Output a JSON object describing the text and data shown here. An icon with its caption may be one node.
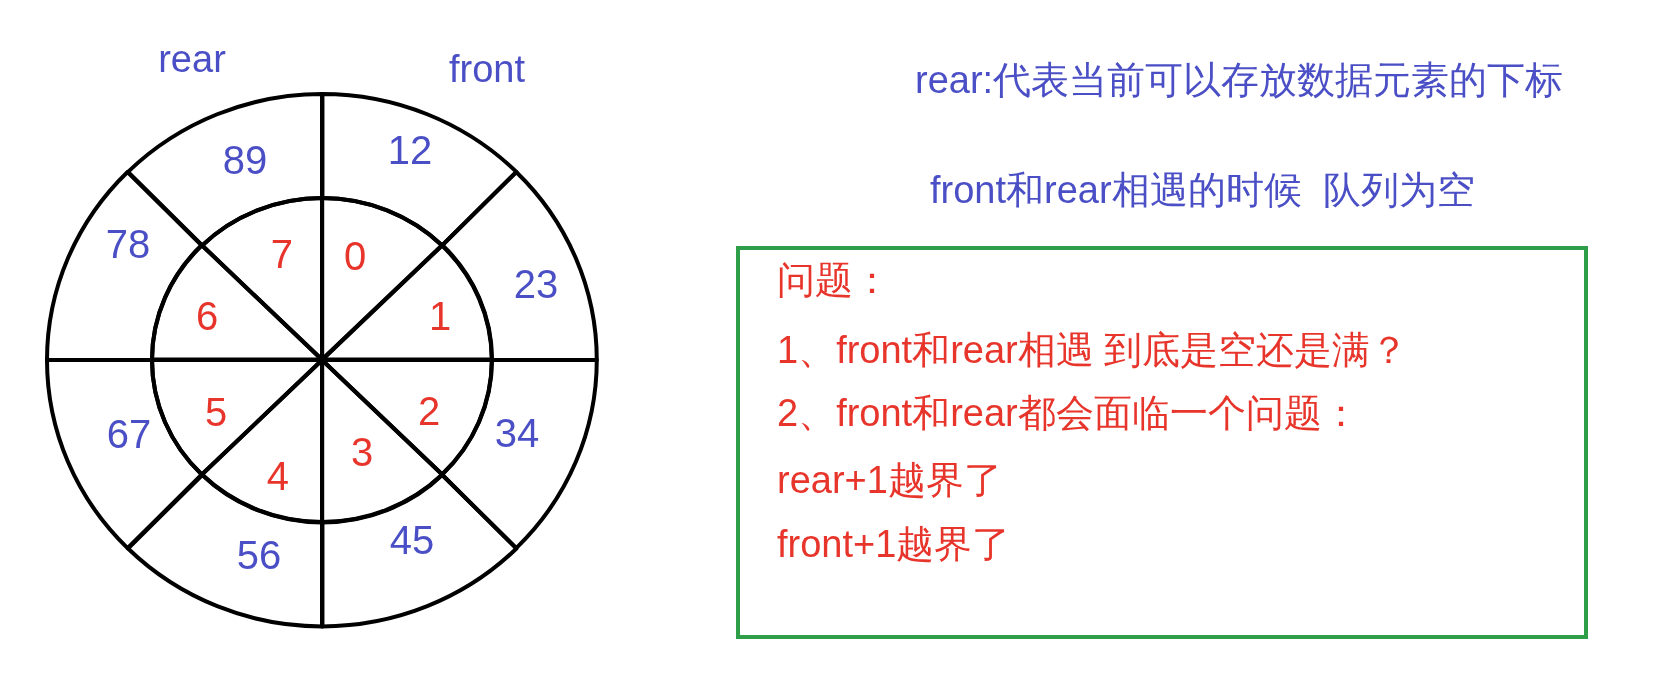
{
  "diagram": {
    "nodes": [
      {
        "text": [
          "0"
        ]
      },
      {
        "text": [
          "12"
        ]
      },
      {
        "text": [
          "1"
        ]
      },
      {
        "text": [
          "23"
        ]
      },
      {
        "text": [
          "2"
        ]
      },
      {
        "text": [
          "34"
        ]
      },
      {
        "text": [
          "3"
        ]
      },
      {
        "text": [
          "45"
        ]
      },
      {
        "text": [
          "4"
        ]
      },
      {
        "text": [
          "56"
        ]
      },
      {
        "text": [
          "5"
        ]
      },
      {
        "text": [
          "67"
        ]
      },
      {
        "text": [
          "6"
        ]
      },
      {
        "text": [
          "78"
        ]
      },
      {
        "text": [
          "7"
        ]
      },
      {
        "text": [
          "89"
        ]
      },
      {
        "text": [
          "问题：",
          "1、front和rear相遇 到底是空还是满？",
          "2、front和rear都会面临一个问题：",
          "rear+1越界了",
          "front+1越界了"
        ]
      }
    ],
    "labels": [
      "rear",
      "front",
      "rear:代表当前可以存放数据元素的下标",
      "front和rear相遇的时候  队列为空"
    ]
  }
}
